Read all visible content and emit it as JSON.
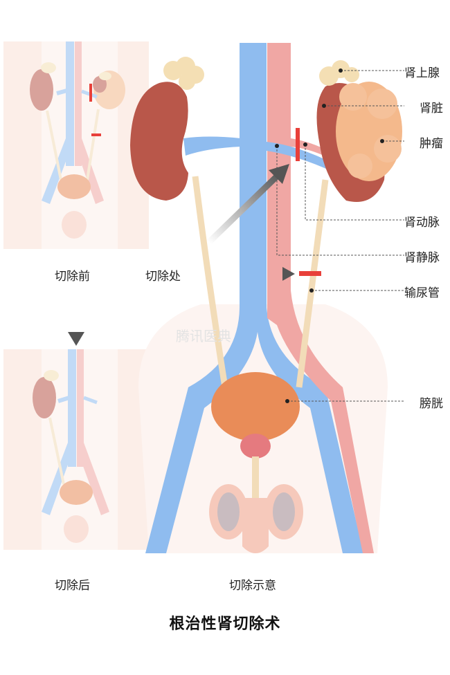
{
  "labels": {
    "adrenal": "肾上腺",
    "kidney": "肾脏",
    "tumor": "肿瘤",
    "renal_artery": "肾动脉",
    "renal_vein": "肾静脉",
    "ureter": "输尿管",
    "bladder": "膀胱"
  },
  "captions": {
    "before": "切除前",
    "after": "切除后",
    "cut_site": "切除处",
    "schematic": "切除示意"
  },
  "title": "根治性肾切除术",
  "watermark": "腾讯医典",
  "colors": {
    "vein": "#8fbcef",
    "artery": "#f0a7a4",
    "kidney": "#b9574a",
    "tumor": "#f4b98c",
    "adrenal": "#f4dfb4",
    "ureter": "#f2dcb8",
    "bladder": "#e98c58",
    "cut_mark": "#e8403a",
    "skin": "#fcebe5"
  }
}
